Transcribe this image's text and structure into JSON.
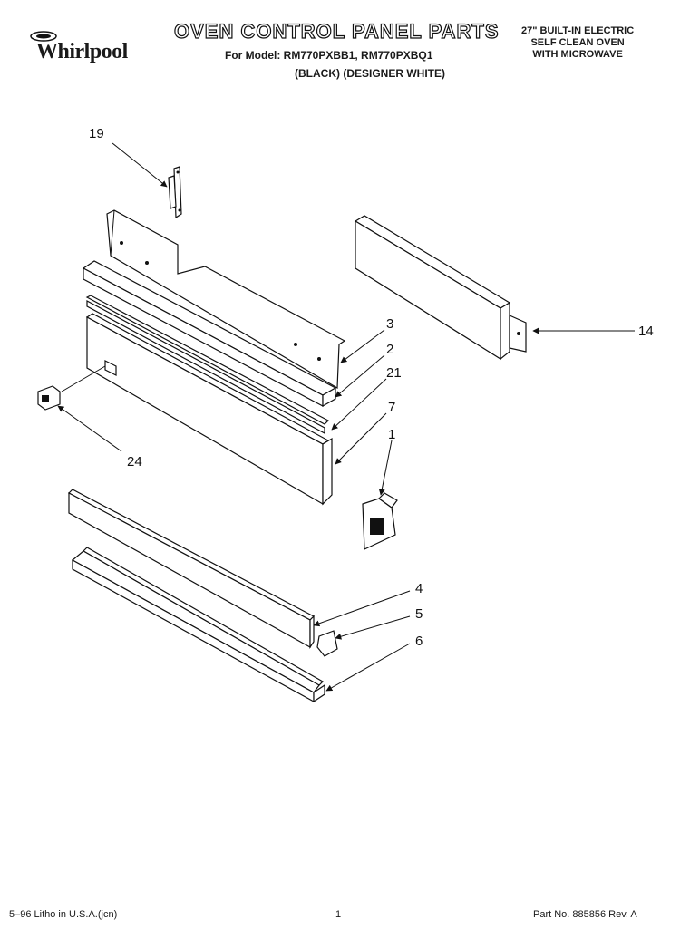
{
  "header": {
    "brand": "Whirlpool",
    "title": "OVEN CONTROL PANEL PARTS",
    "model_line": "For Model: RM770PXBB1, RM770PXBQ1",
    "color_line": "(BLACK) (DESIGNER WHITE)",
    "description": [
      "27\" BUILT-IN ELECTRIC",
      "SELF CLEAN OVEN",
      "WITH MICROWAVE"
    ]
  },
  "callouts": [
    {
      "id": "c19",
      "label": "19"
    },
    {
      "id": "c14",
      "label": "14"
    },
    {
      "id": "c3",
      "label": "3"
    },
    {
      "id": "c2",
      "label": "2"
    },
    {
      "id": "c21",
      "label": "21"
    },
    {
      "id": "c7",
      "label": "7"
    },
    {
      "id": "c1",
      "label": "1"
    },
    {
      "id": "c24",
      "label": "24"
    },
    {
      "id": "c4",
      "label": "4"
    },
    {
      "id": "c5",
      "label": "5"
    },
    {
      "id": "c6",
      "label": "6"
    }
  ],
  "footer": {
    "left": "5–96 Litho in U.S.A.(jcn)",
    "center": "1",
    "right": "Part No. 885856 Rev. A"
  }
}
